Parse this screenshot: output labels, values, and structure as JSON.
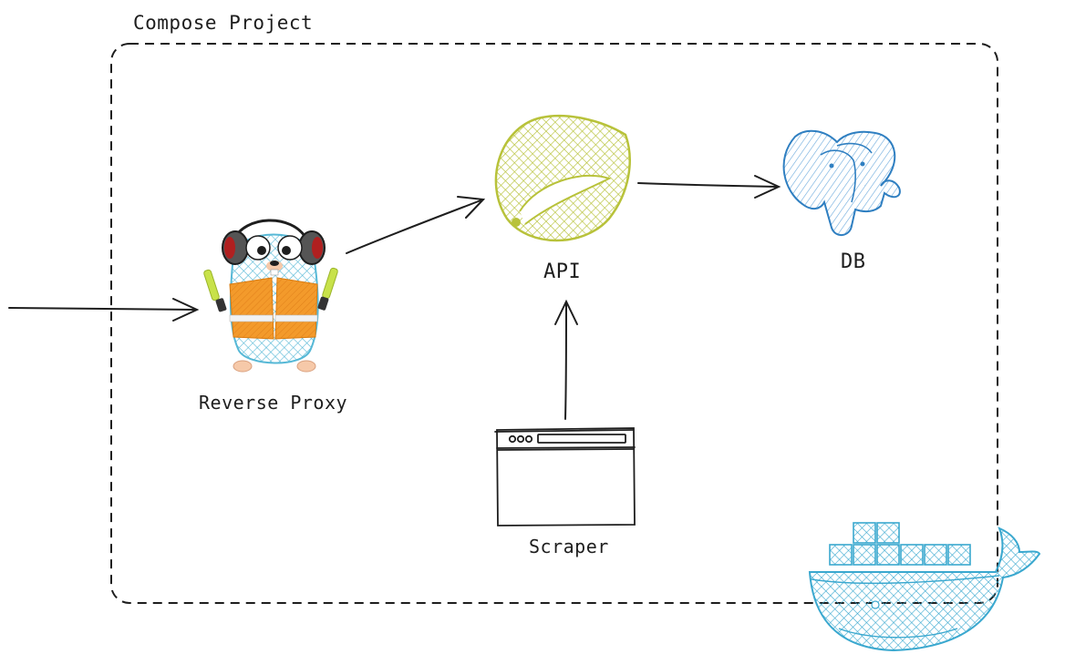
{
  "project": {
    "title": "Compose Project"
  },
  "nodes": {
    "proxy": {
      "label": "Reverse Proxy",
      "icon": "go-gopher-icon"
    },
    "api": {
      "label": "API",
      "icon": "spring-leaf-icon"
    },
    "db": {
      "label": "DB",
      "icon": "postgresql-elephant-icon"
    },
    "scraper": {
      "label": "Scraper",
      "icon": "browser-window-icon"
    }
  },
  "platform": {
    "icon": "docker-whale-icon"
  },
  "colors": {
    "stroke": "#1e1e1e",
    "hatch_blue": "#56b8d6",
    "spring_green": "#b8c23a",
    "vest_orange": "#f39a2b",
    "pg_blue": "#2f7fc1",
    "docker_blue": "#3aa8cf"
  }
}
